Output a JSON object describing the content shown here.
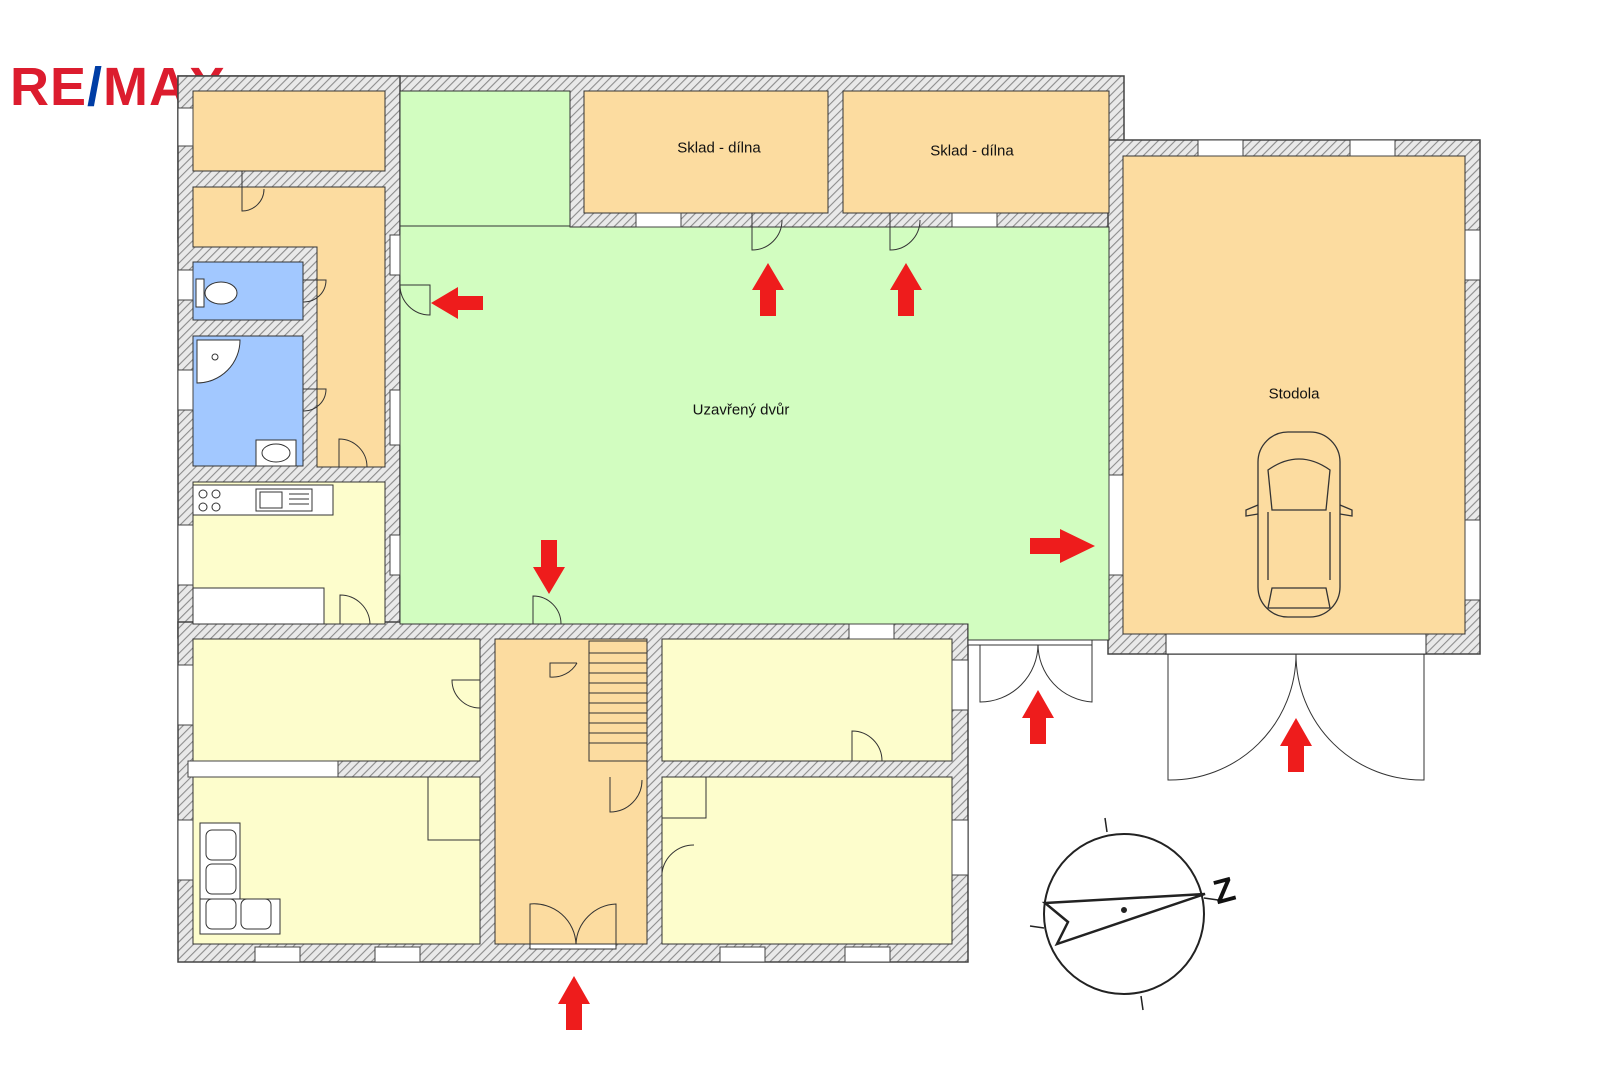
{
  "logo": {
    "part1": "RE",
    "slash": "/",
    "part2": "MAX"
  },
  "rooms": {
    "storage_workshop_1": "Sklad - dílna",
    "storage_workshop_2": "Sklad - dílna",
    "courtyard": "Uzavřený dvůr",
    "barn": "Stodola"
  },
  "compass": {
    "north_letter": "Z"
  },
  "colors": {
    "wall": "#555555",
    "wall_hatch": "#9a9a9a",
    "courtyard": "#d2fdc0",
    "workshop": "#fcdca0",
    "bathroom": "#a2c8ff",
    "living": "#fdfdcc",
    "arrow": "#ee1c1c",
    "logo_red": "#dc1c2e",
    "logo_blue": "#003da5"
  }
}
